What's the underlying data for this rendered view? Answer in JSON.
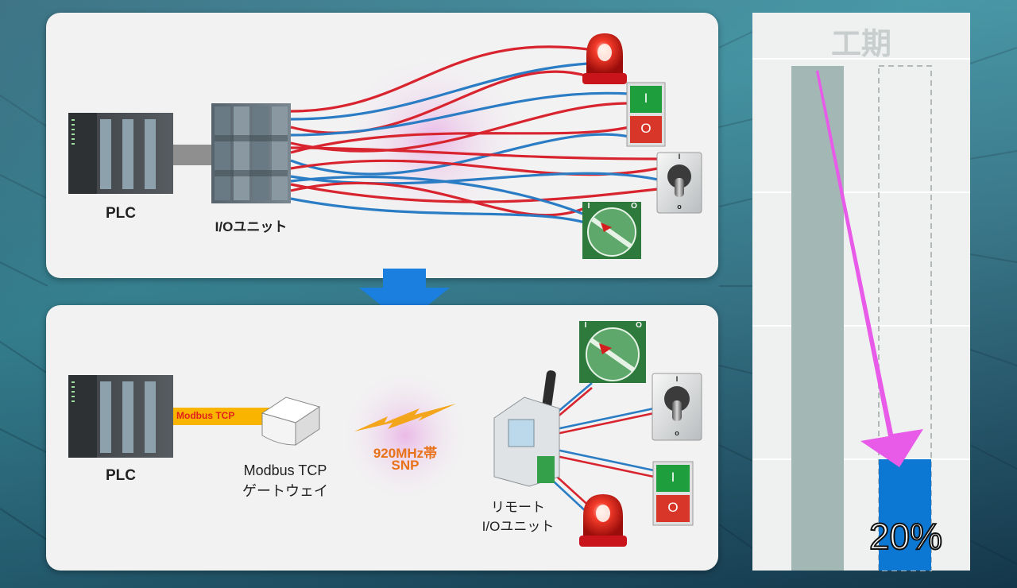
{
  "top_diagram": {
    "plc_label": "PLC",
    "io_unit_label": "I/Oユニット",
    "switch_on_glyph": "I",
    "switch_off_glyph": "O",
    "toggle_top_glyph": "I",
    "toggle_bottom_glyph": "o",
    "rotary_left_glyph": "I",
    "rotary_right_glyph": "O"
  },
  "bottom_diagram": {
    "plc_label": "PLC",
    "link_label": "Modbus TCP",
    "gateway_label_line1": "Modbus TCP",
    "gateway_label_line2": "ゲートウェイ",
    "wireless_label_line1": "920MHz帯",
    "wireless_label_line2": "SNP",
    "remote_io_label_line1": "リモート",
    "remote_io_label_line2": "I/Oユニット",
    "switch_on_glyph": "I",
    "switch_off_glyph": "O",
    "toggle_top_glyph": "I",
    "toggle_bottom_glyph": "o",
    "rotary_left_glyph": "I",
    "rotary_right_glyph": "O"
  },
  "schedule": {
    "title": "工期",
    "reduced_percent": 20,
    "reduced_label": "20%"
  },
  "colors": {
    "wire_red": "#d8242e",
    "wire_blue": "#2a7cc4",
    "arrow_blue": "#1b7fe0",
    "reduction_arrow": "#e85be8",
    "bar_full": "#a3b7b5",
    "bar_reduced": "#0d78d4",
    "modbus_band": "#f9b400",
    "modbus_text": "#e2201c",
    "wireless_text": "#e8721a",
    "lightning": "#f3a51c",
    "switch_green": "#1e9e3c",
    "switch_red": "#d9362a"
  }
}
